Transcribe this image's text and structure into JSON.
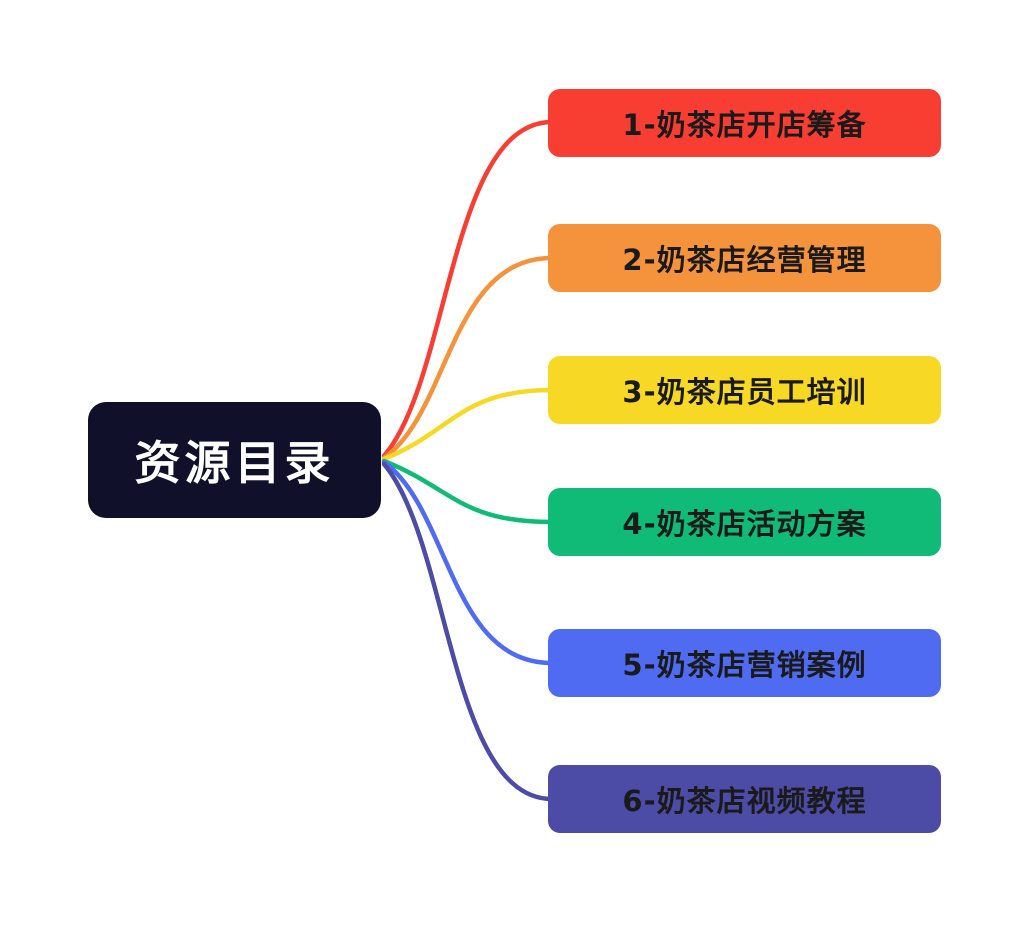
{
  "diagram": {
    "type": "mindmap",
    "root": {
      "label": "资源目录",
      "bg_color": "#10102b",
      "text_color": "#ffffff"
    },
    "branches": [
      {
        "label": "1-奶茶店开店筹备",
        "color": "#f83d33"
      },
      {
        "label": "2-奶茶店经营管理",
        "color": "#f5923c"
      },
      {
        "label": "3-奶茶店员工培训",
        "color": "#f6d825"
      },
      {
        "label": "4-奶茶店活动方案",
        "color": "#10ba77"
      },
      {
        "label": "5-奶茶店营销案例",
        "color": "#4f6bf2"
      },
      {
        "label": "6-奶茶店视频教程",
        "color": "#4c4ba5"
      }
    ],
    "colors": {
      "canvas_bg": "#ffffff",
      "branch_label": "#1a1a1a"
    }
  }
}
